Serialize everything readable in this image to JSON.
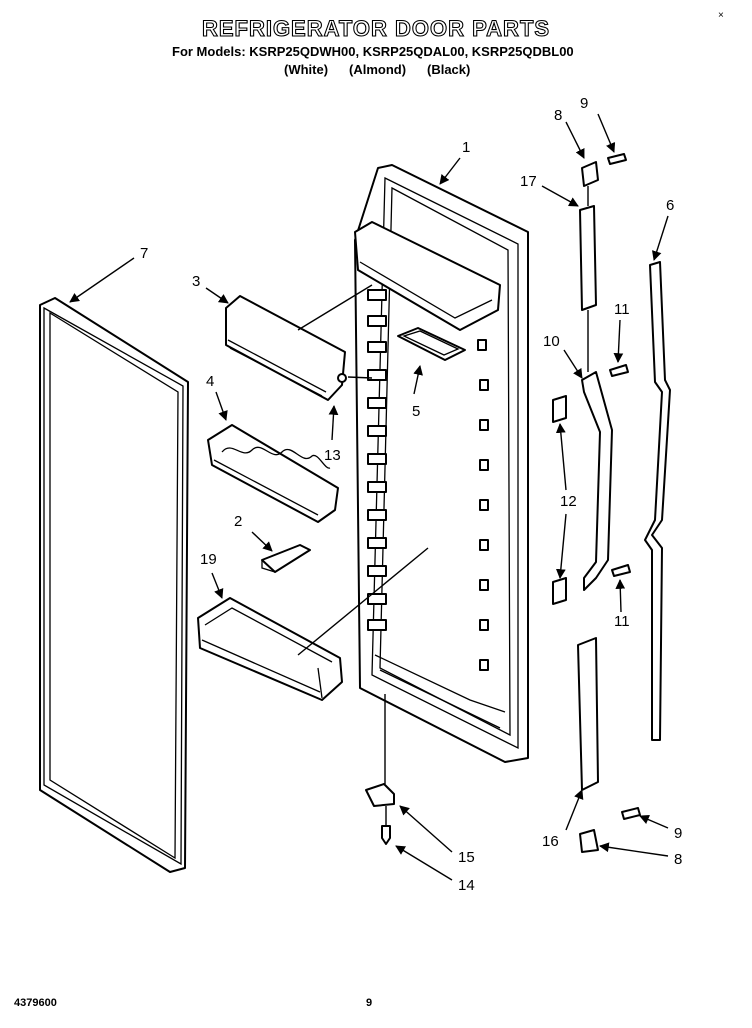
{
  "header": {
    "title": "REFRIGERATOR DOOR PARTS",
    "models_line": "For Models: KSRP25QDWH00, KSRP25QDAL00, KSRP25QDBL00",
    "colors": [
      "(White)",
      "(Almond)",
      "(Black)"
    ],
    "corner_mark": "×"
  },
  "callouts": [
    "1",
    "2",
    "3",
    "4",
    "5",
    "6",
    "7",
    "8",
    "8",
    "9",
    "9",
    "10",
    "11",
    "11",
    "12",
    "13",
    "14",
    "15",
    "16",
    "17",
    "19"
  ],
  "footer": {
    "doc_number": "4379600",
    "page": "9"
  }
}
